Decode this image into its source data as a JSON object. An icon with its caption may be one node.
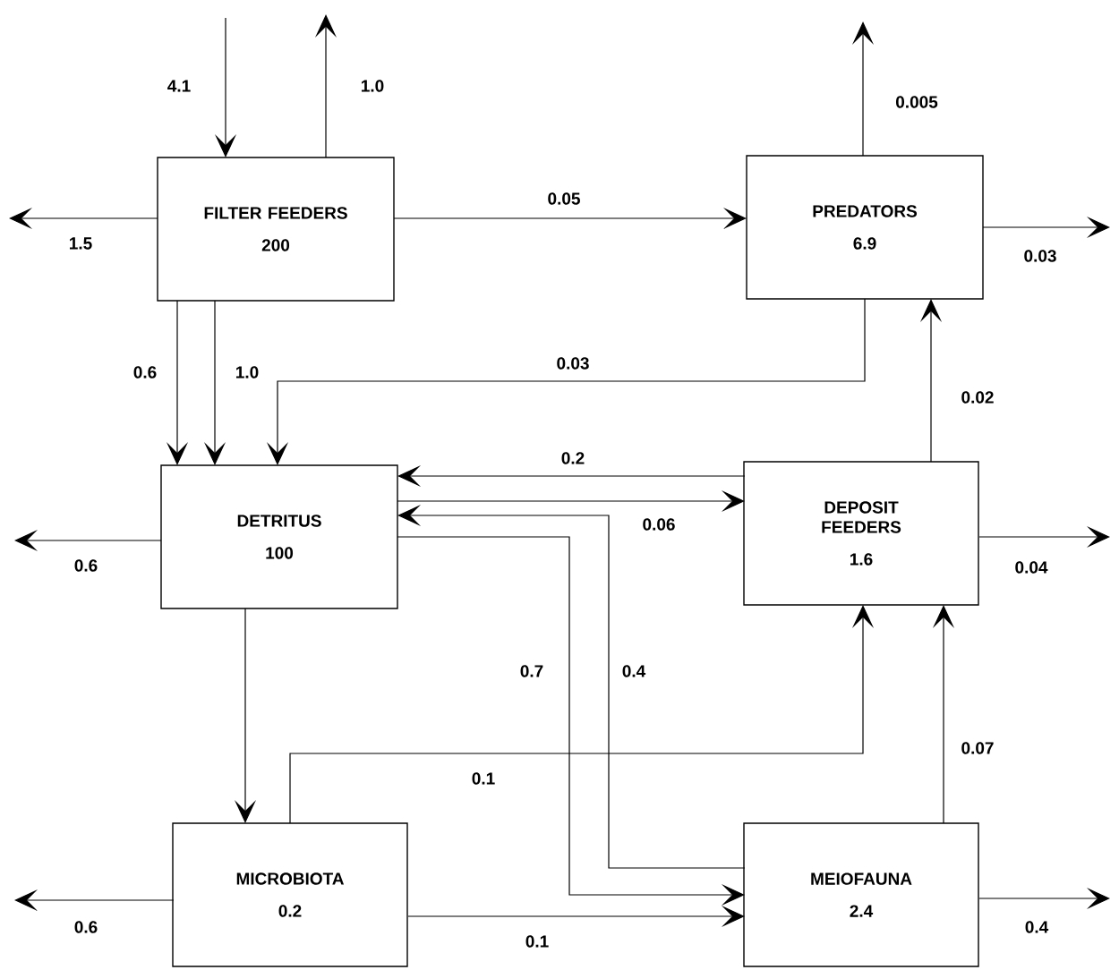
{
  "diagram": {
    "nodes": [
      {
        "text": [
          "FILTER FEEDERS",
          "200"
        ]
      },
      {
        "text": [
          "PREDATORS",
          "6.9"
        ]
      },
      {
        "text": [
          "DETRITUS",
          "100"
        ]
      },
      {
        "text": [
          "DEPOSIT FEEDERS",
          "1.6"
        ]
      },
      {
        "text": [
          "MICROBIOTA",
          "0.2"
        ]
      },
      {
        "text": [
          "MEIOFAUNA",
          "2.4"
        ]
      }
    ],
    "edges": [
      {
        "from": null,
        "to": 0,
        "arrow": "to",
        "label": "4.1"
      },
      {
        "from": 0,
        "to": null,
        "arrow": "to",
        "label": "1.0"
      },
      {
        "from": 0,
        "to": null,
        "arrow": "to",
        "label": "1.5"
      },
      {
        "from": 0,
        "to": 1,
        "arrow": "to",
        "label": "0.05"
      },
      {
        "from": 1,
        "to": null,
        "arrow": "to",
        "label": "0.005"
      },
      {
        "from": 1,
        "to": null,
        "arrow": "to",
        "label": "0.03"
      },
      {
        "from": 0,
        "to": 2,
        "arrow": "to",
        "label": "0.6"
      },
      {
        "from": 0,
        "to": 2,
        "arrow": "to",
        "label": "1.0"
      },
      {
        "from": 1,
        "to": 2,
        "arrow": "to",
        "label": "0.03"
      },
      {
        "from": 3,
        "to": 1,
        "arrow": "to",
        "label": "0.02"
      },
      {
        "from": 3,
        "to": 2,
        "arrow": "to",
        "label": "0.2"
      },
      {
        "from": 2,
        "to": 3,
        "arrow": "to",
        "label": "0.06"
      },
      {
        "from": 5,
        "to": 2,
        "arrow": "to",
        "label": "0.4"
      },
      {
        "from": 2,
        "to": 5,
        "arrow": "to",
        "label": "0.7"
      },
      {
        "from": 2,
        "to": 4,
        "arrow": "to"
      },
      {
        "from": 4,
        "to": 3,
        "arrow": "to",
        "label": "0.1"
      },
      {
        "from": 4,
        "to": 5,
        "arrow": "to",
        "label": "0.1"
      },
      {
        "from": 5,
        "to": 3,
        "arrow": "to",
        "label": "0.07"
      },
      {
        "from": 2,
        "to": null,
        "arrow": "to",
        "label": "0.6"
      },
      {
        "from": 3,
        "to": null,
        "arrow": "to",
        "label": "0.04"
      },
      {
        "from": 4,
        "to": null,
        "arrow": "to",
        "label": "0.6"
      },
      {
        "from": 5,
        "to": null,
        "arrow": "to",
        "label": "0.4"
      }
    ]
  }
}
